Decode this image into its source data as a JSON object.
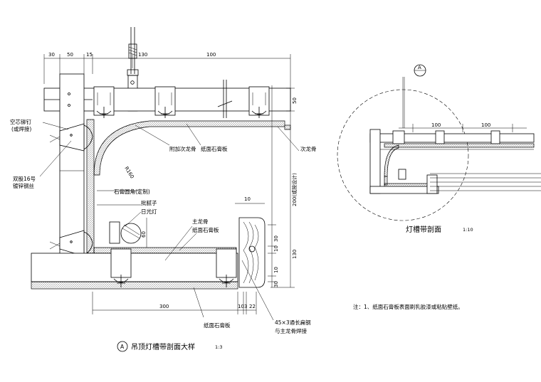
{
  "main_detail": {
    "top_dimensions": [
      "30",
      "50",
      "15",
      "130",
      "100"
    ],
    "right_dimensions": [
      "50",
      "200(或按设计)",
      "30",
      "10",
      "130",
      "10",
      "30"
    ],
    "bottom_dimensions": [
      "300",
      "10",
      "3",
      "22"
    ],
    "inner_dimensions": [
      "10",
      "60"
    ],
    "radius_label": "R160",
    "labels": {
      "expansion_bolt": "空芯铆钉",
      "expansion_bolt_note": "(或焊接)",
      "steel_wire": "双股16号",
      "steel_wire_note": "镀锌钢丝",
      "added_secondary_keel": "附加次龙骨",
      "gypsum_board_top": "纸面石膏板",
      "secondary_keel": "次龙骨",
      "gypsum_corner": "石膏圆角(定制)",
      "putty": "批腻子",
      "fluorescent_lamp": "日光灯",
      "main_keel": "主龙骨",
      "gypsum_board_mid": "纸面石膏板",
      "gypsum_board_bottom": "纸面石膏板",
      "flat_steel": "45×3通长扁钢",
      "flat_steel_note": "与主龙骨焊接"
    },
    "title_marker": "A",
    "title": "吊顶灯槽带剖面大样",
    "scale": "1:3"
  },
  "section_view": {
    "marker": "A",
    "dimensions": [
      "100",
      "100"
    ],
    "title": "灯槽带剖面",
    "scale": "1:10"
  },
  "note": "注：1、纸面石膏板表面刷乳胶漆或粘贴壁纸。"
}
